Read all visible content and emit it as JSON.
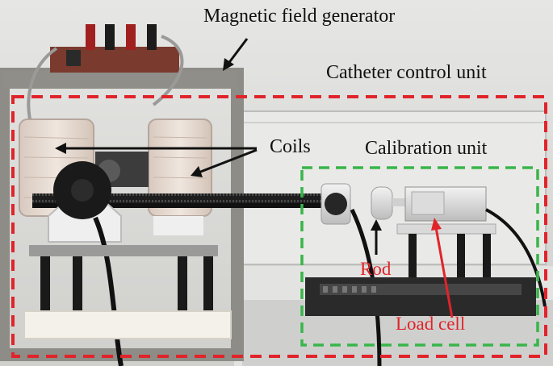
{
  "labels": {
    "magnetic_field_generator": "Magnetic field generator",
    "catheter_control_unit": "Catheter control unit",
    "coils": "Coils",
    "calibration_unit": "Calibration unit",
    "rod": "Rod",
    "load_cell": "Load cell"
  },
  "colors": {
    "red_box": "#e0242a",
    "green_box": "#39b54a",
    "red_text": "#e0242a",
    "black_text": "#111111"
  }
}
